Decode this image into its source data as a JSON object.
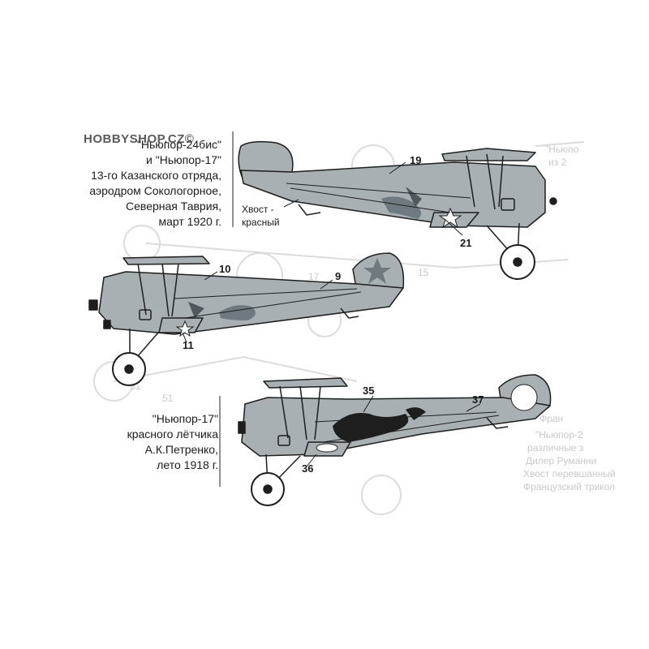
{
  "watermark": "HOBBYSHOP.CZ©",
  "caption_top": {
    "lines": [
      "\"Ньюпор-24бис\"",
      "и \"Ньюпор-17\"",
      "13-го Казанского отряда,",
      "аэродром Сокологорное,",
      "Северная Таврия,",
      "март 1920 г."
    ]
  },
  "tail_note": {
    "lines": [
      "Хвост -",
      "красный"
    ]
  },
  "caption_bottom": {
    "lines": [
      "\"Ньюпор-17\"",
      "красного лётчика",
      "А.К.Петренко,",
      "лето 1918 г."
    ]
  },
  "callouts": {
    "n19": "19",
    "n21": "21",
    "n10": "10",
    "n9": "9",
    "n11": "11",
    "n35": "35",
    "n37": "37",
    "n36": "36"
  },
  "colors": {
    "fuselage": "#a9b0b3",
    "line": "#1e1e1e",
    "star": "#6f7a80",
    "ghost": "#d9d9d9"
  }
}
